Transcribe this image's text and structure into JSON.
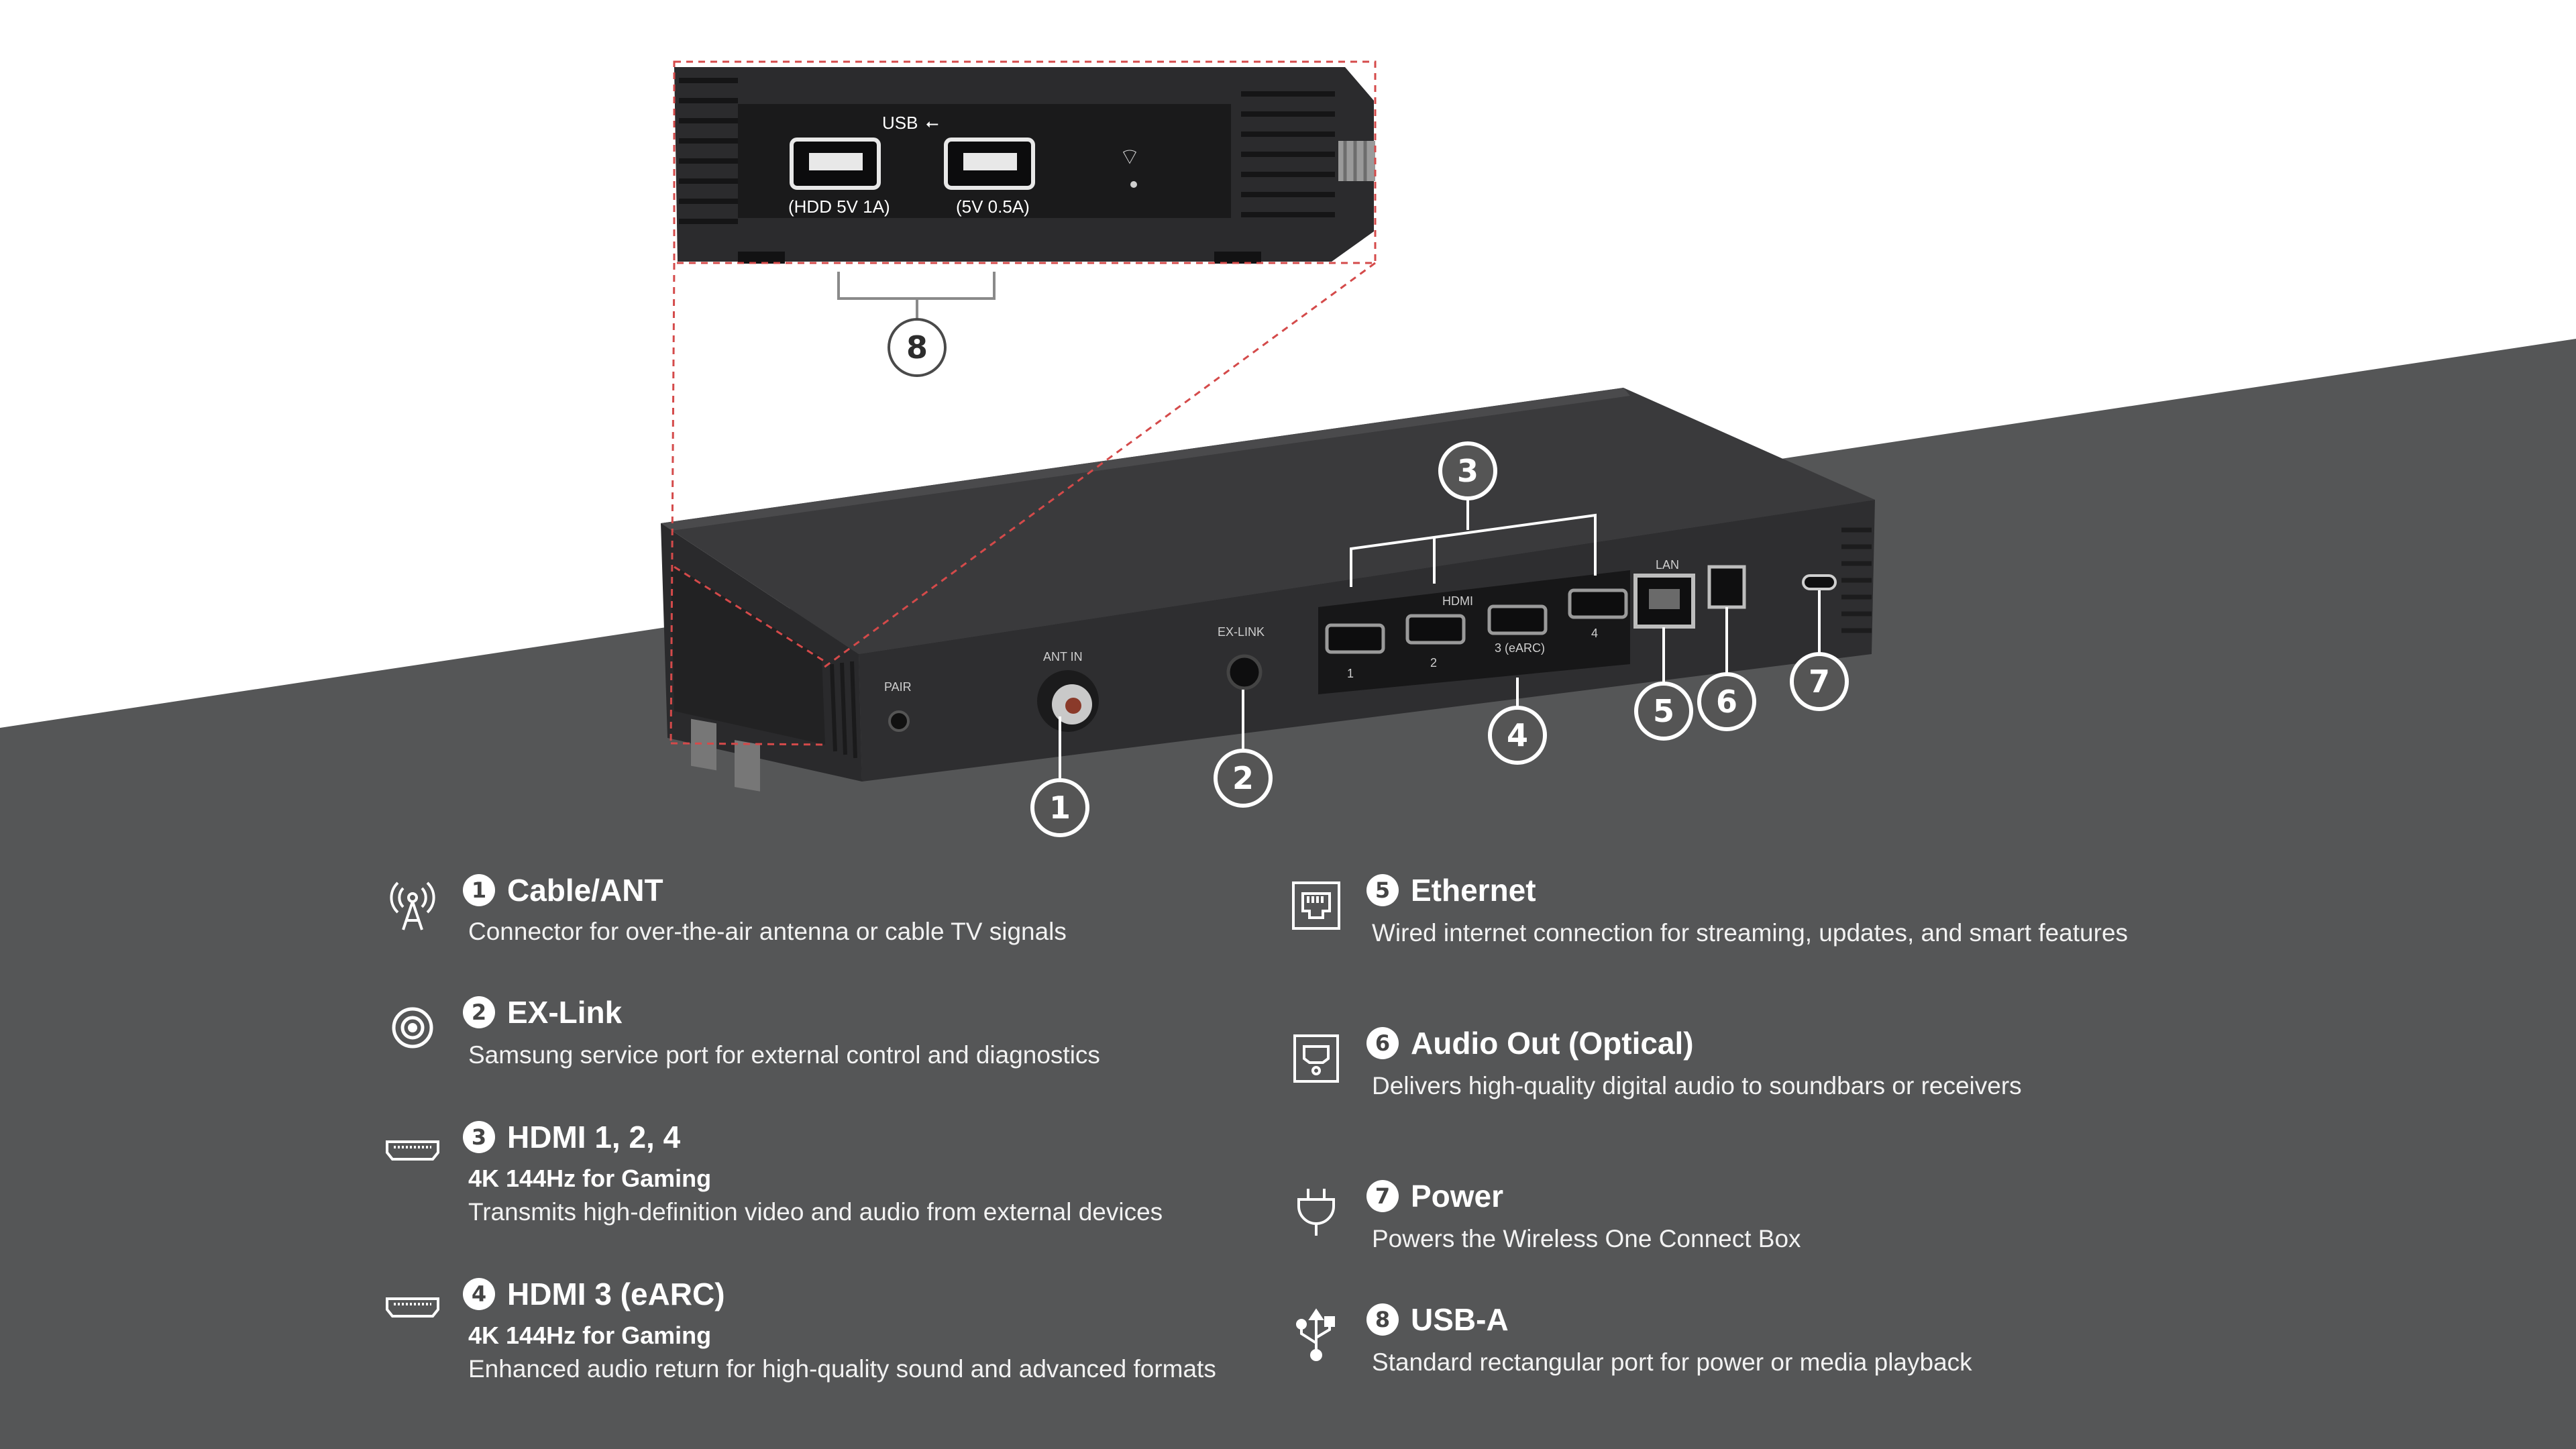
{
  "inset": {
    "usb_label": "USB",
    "ports": [
      {
        "label": "(HDD 5V 1A)"
      },
      {
        "label": "(5V 0.5A)"
      }
    ]
  },
  "box_labels": {
    "pair": "PAIR",
    "ant": "ANT IN",
    "ex_link": "EX-LINK",
    "hdmi": "HDMI",
    "hdmi_ports": [
      "1",
      "2",
      "3 (eARC)",
      "4"
    ],
    "lan": "LAN"
  },
  "callouts": [
    "1",
    "2",
    "3",
    "4",
    "5",
    "6",
    "7",
    "8"
  ],
  "legend": {
    "left": [
      {
        "num": "1",
        "title": "Cable/ANT",
        "desc": "Connector for over-the-air antenna or cable TV signals",
        "icon": "antenna-icon"
      },
      {
        "num": "2",
        "title": "EX-Link",
        "desc": "Samsung service port for external control and diagnostics",
        "icon": "ex-link-icon"
      },
      {
        "num": "3",
        "title": "HDMI 1, 2, 4",
        "sub": "4K 144Hz for Gaming",
        "desc": "Transmits high-definition video and audio from external devices",
        "icon": "hdmi-icon"
      },
      {
        "num": "4",
        "title": "HDMI 3 (eARC)",
        "sub": "4K 144Hz for Gaming",
        "desc": "Enhanced audio return for high-quality sound and advanced formats",
        "icon": "hdmi-icon"
      }
    ],
    "right": [
      {
        "num": "5",
        "title": "Ethernet",
        "desc": "Wired internet connection for streaming, updates, and smart features",
        "icon": "ethernet-icon"
      },
      {
        "num": "6",
        "title": "Audio Out (Optical)",
        "desc": "Delivers high-quality digital audio to soundbars or receivers",
        "icon": "optical-icon"
      },
      {
        "num": "7",
        "title": "Power",
        "desc": "Powers the Wireless One Connect Box",
        "icon": "power-plug-icon"
      },
      {
        "num": "8",
        "title": "USB-A",
        "desc": "Standard rectangular port for power or media playback",
        "icon": "usb-icon"
      }
    ]
  },
  "colors": {
    "background_dark": "#555657",
    "background_light": "#ffffff",
    "device": "#2b2b2d",
    "accent_dashes": "#d44a4a"
  }
}
